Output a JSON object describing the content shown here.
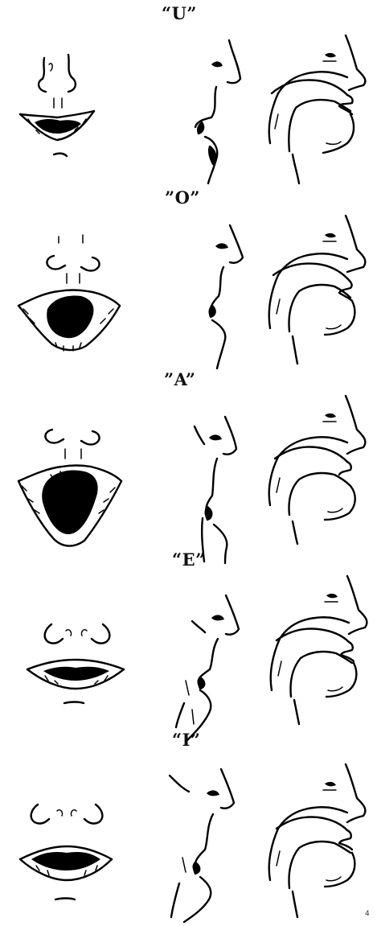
{
  "vowels": [
    {
      "label": "“U”"
    },
    {
      "label": "”O”"
    },
    {
      "label": "”A”"
    },
    {
      "label": "“E”"
    },
    {
      "label": "“I”"
    }
  ],
  "page_number": "4"
}
